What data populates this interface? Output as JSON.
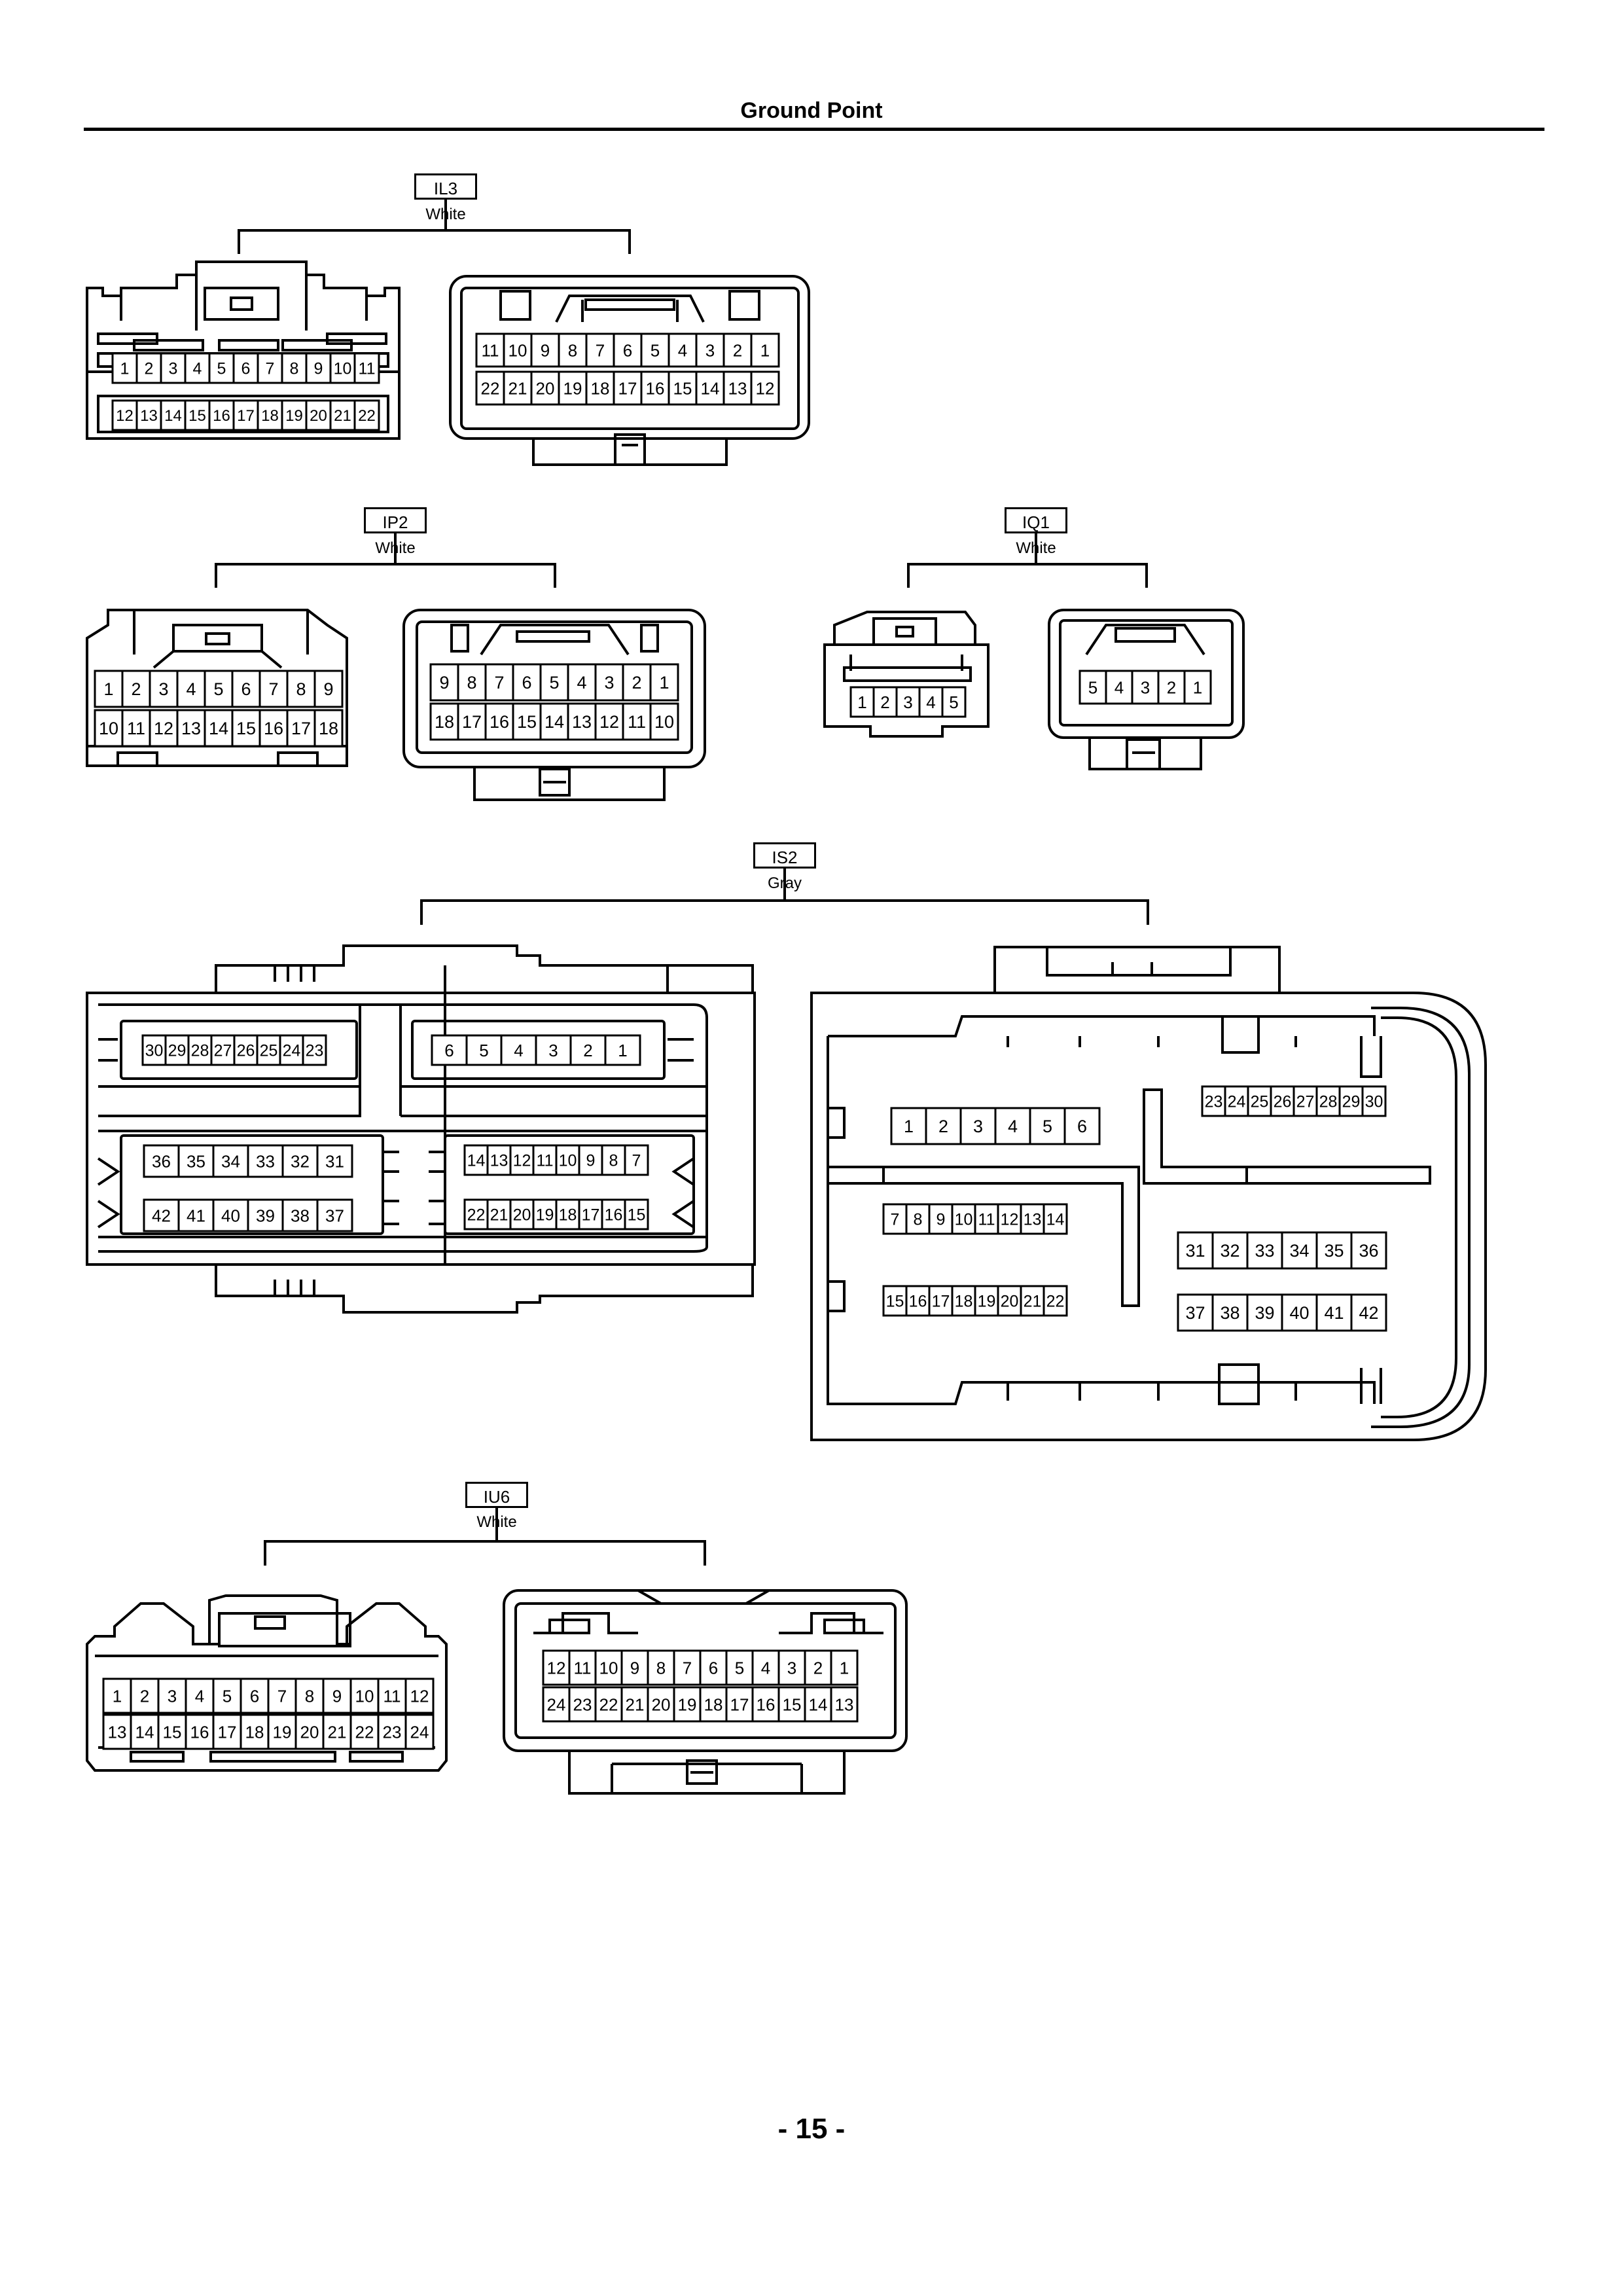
{
  "header": {
    "title": "Ground Point"
  },
  "footer": {
    "page_number": "- 15 -"
  },
  "connectors": [
    {
      "code": "IL3",
      "color": "White",
      "female": {
        "rows": [
          [
            "1",
            "2",
            "3",
            "4",
            "5",
            "6",
            "7",
            "8",
            "9",
            "10",
            "11"
          ],
          [
            "12",
            "13",
            "14",
            "15",
            "16",
            "17",
            "18",
            "19",
            "20",
            "21",
            "22"
          ]
        ]
      },
      "male": {
        "rows": [
          [
            "11",
            "10",
            "9",
            "8",
            "7",
            "6",
            "5",
            "4",
            "3",
            "2",
            "1"
          ],
          [
            "22",
            "21",
            "20",
            "19",
            "18",
            "17",
            "16",
            "15",
            "14",
            "13",
            "12"
          ]
        ]
      }
    },
    {
      "code": "IP2",
      "color": "White",
      "female": {
        "rows": [
          [
            "1",
            "2",
            "3",
            "4",
            "5",
            "6",
            "7",
            "8",
            "9"
          ],
          [
            "10",
            "11",
            "12",
            "13",
            "14",
            "15",
            "16",
            "17",
            "18"
          ]
        ]
      },
      "male": {
        "rows": [
          [
            "9",
            "8",
            "7",
            "6",
            "5",
            "4",
            "3",
            "2",
            "1"
          ],
          [
            "18",
            "17",
            "16",
            "15",
            "14",
            "13",
            "12",
            "11",
            "10"
          ]
        ]
      }
    },
    {
      "code": "IQ1",
      "color": "White",
      "female": {
        "rows": [
          [
            "1",
            "2",
            "3",
            "4",
            "5"
          ]
        ]
      },
      "male": {
        "rows": [
          [
            "5",
            "4",
            "3",
            "2",
            "1"
          ]
        ]
      }
    },
    {
      "code": "IS2",
      "color": "Gray",
      "female": {
        "block_top_left": [
          "30",
          "29",
          "28",
          "27",
          "26",
          "25",
          "24",
          "23"
        ],
        "block_top_right": [
          "6",
          "5",
          "4",
          "3",
          "2",
          "1"
        ],
        "block_mid_left_a": [
          "36",
          "35",
          "34",
          "33",
          "32",
          "31"
        ],
        "block_mid_left_b": [
          "42",
          "41",
          "40",
          "39",
          "38",
          "37"
        ],
        "block_mid_right_a": [
          "14",
          "13",
          "12",
          "11",
          "10",
          "9",
          "8",
          "7"
        ],
        "block_mid_right_b": [
          "22",
          "21",
          "20",
          "19",
          "18",
          "17",
          "16",
          "15"
        ]
      },
      "male": {
        "block_1": [
          "1",
          "2",
          "3",
          "4",
          "5",
          "6"
        ],
        "block_2": [
          "23",
          "24",
          "25",
          "26",
          "27",
          "28",
          "29",
          "30"
        ],
        "block_3": [
          "7",
          "8",
          "9",
          "10",
          "11",
          "12",
          "13",
          "14"
        ],
        "block_4": [
          "31",
          "32",
          "33",
          "34",
          "35",
          "36"
        ],
        "block_5": [
          "15",
          "16",
          "17",
          "18",
          "19",
          "20",
          "21",
          "22"
        ],
        "block_6": [
          "37",
          "38",
          "39",
          "40",
          "41",
          "42"
        ]
      }
    },
    {
      "code": "IU6",
      "color": "White",
      "female": {
        "rows": [
          [
            "1",
            "2",
            "3",
            "4",
            "5",
            "6",
            "7",
            "8",
            "9",
            "10",
            "11",
            "12"
          ],
          [
            "13",
            "14",
            "15",
            "16",
            "17",
            "18",
            "19",
            "20",
            "21",
            "22",
            "23",
            "24"
          ]
        ]
      },
      "male": {
        "rows": [
          [
            "12",
            "11",
            "10",
            "9",
            "8",
            "7",
            "6",
            "5",
            "4",
            "3",
            "2",
            "1"
          ],
          [
            "24",
            "23",
            "22",
            "21",
            "20",
            "19",
            "18",
            "17",
            "16",
            "15",
            "14",
            "13"
          ]
        ]
      }
    }
  ]
}
